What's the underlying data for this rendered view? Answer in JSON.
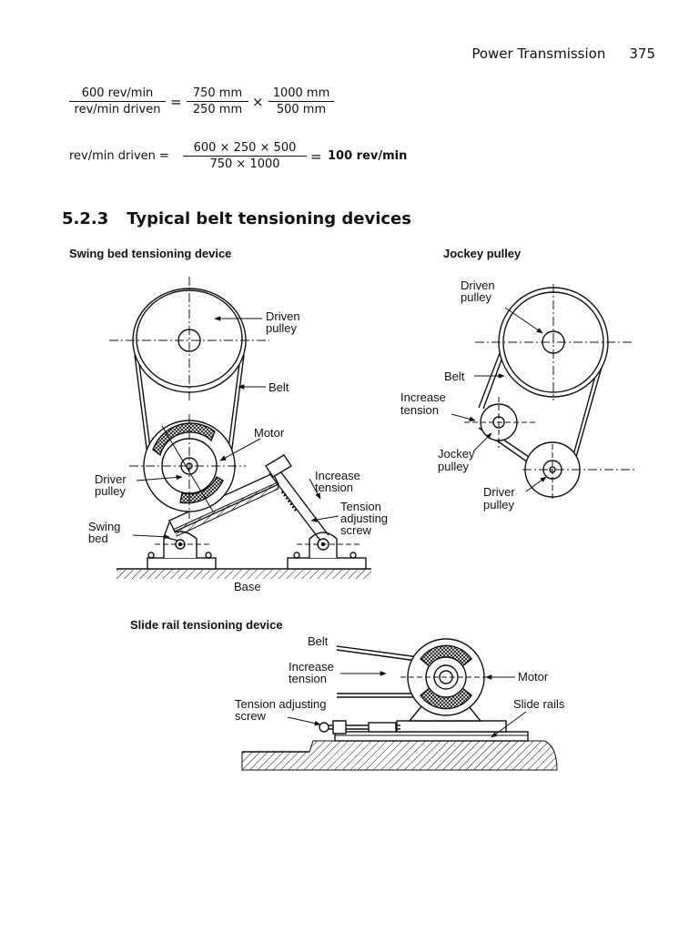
{
  "header": {
    "section_title": "Power Transmission",
    "page_number": "375"
  },
  "equations": {
    "eq1": {
      "lhs_num": "600 rev/min",
      "lhs_den": "rev/min driven",
      "equals": "=",
      "r1_num": "750 mm",
      "r1_den": "250 mm",
      "times": "×",
      "r2_num": "1000 mm",
      "r2_den": "500 mm"
    },
    "eq2": {
      "lhs": "rev/min driven =",
      "num": "600 × 250 × 500",
      "den": "750 × 1000",
      "equals": "=",
      "result": "100 rev/min"
    }
  },
  "section": {
    "number": "5.2.3",
    "title": "Typical belt tensioning devices"
  },
  "swing_bed": {
    "caption": "Swing bed tensioning device",
    "labels": {
      "driven_pulley_1": "Driven",
      "driven_pulley_2": "pulley",
      "belt": "Belt",
      "motor": "Motor",
      "driver_pulley_1": "Driver",
      "driver_pulley_2": "pulley",
      "increase_1": "Increase",
      "increase_2": "tension",
      "tension_1": "Tension",
      "tension_2": "adjusting",
      "tension_3": "screw",
      "swing_1": "Swing",
      "swing_2": "bed",
      "base": "Base"
    }
  },
  "jockey": {
    "caption": "Jockey pulley",
    "labels": {
      "driven_1": "Driven",
      "driven_2": "pulley",
      "belt": "Belt",
      "increase_1": "Increase",
      "increase_2": "tension",
      "jockey_1": "Jockey",
      "jockey_2": "pulley",
      "driver_1": "Driver",
      "driver_2": "pulley"
    }
  },
  "slide_rail": {
    "caption": "Slide rail tensioning device",
    "labels": {
      "belt": "Belt",
      "increase_1": "Increase",
      "increase_2": "tension",
      "motor": "Motor",
      "screw_1": "Tension adjusting",
      "screw_2": "screw",
      "slide_rails": "Slide rails"
    }
  }
}
